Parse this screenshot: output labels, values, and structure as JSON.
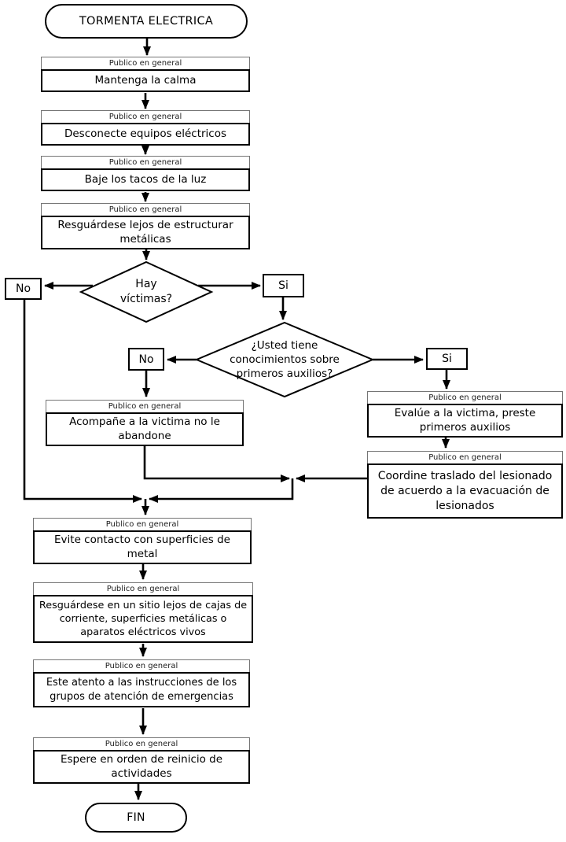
{
  "colors": {
    "line": "#000000",
    "box_border": "#000000",
    "header_border": "#757575",
    "background": "#ffffff",
    "text": "#000000"
  },
  "terminators": {
    "start": "TORMENTA ELECTRICA",
    "end": "FIN"
  },
  "steps": [
    {
      "header": "Publico en general",
      "text": "Mantenga la calma"
    },
    {
      "header": "Publico en general",
      "text": "Desconecte equipos eléctricos"
    },
    {
      "header": "Publico en general",
      "text": "Baje los tacos de la luz"
    },
    {
      "header": "Publico en general",
      "text": "Resguárdese lejos de estructurar metálicas"
    },
    {
      "header": "Publico en general",
      "text": "Acompañe a la victima no le abandone"
    },
    {
      "header": "Publico en general",
      "text": "Evalúe a la victima, preste primeros auxilios"
    },
    {
      "header": "Publico en general",
      "text": "Coordine traslado del lesionado de acuerdo a la evacuación de lesionados"
    },
    {
      "header": "Publico en general",
      "text": "Evite contacto con superficies de metal"
    },
    {
      "header": "Publico en general",
      "text": "Resguárdese en un sitio lejos de cajas de corriente, superficies metálicas o aparatos eléctricos vivos"
    },
    {
      "header": "Publico en general",
      "text": "Este atento a las instrucciones de los grupos de atención de emergencias"
    },
    {
      "header": "Publico en general",
      "text": "Espere en orden de reinicio de actividades"
    }
  ],
  "decisions": [
    {
      "lines": [
        "Hay",
        "víctimas?"
      ]
    },
    {
      "lines": [
        "¿Usted tiene",
        "conocimientos sobre",
        "primeros auxilios?"
      ]
    }
  ],
  "branch_labels": {
    "d1_no": "No",
    "d1_si": "Si",
    "d2_no": "No",
    "d2_si": "Si"
  }
}
